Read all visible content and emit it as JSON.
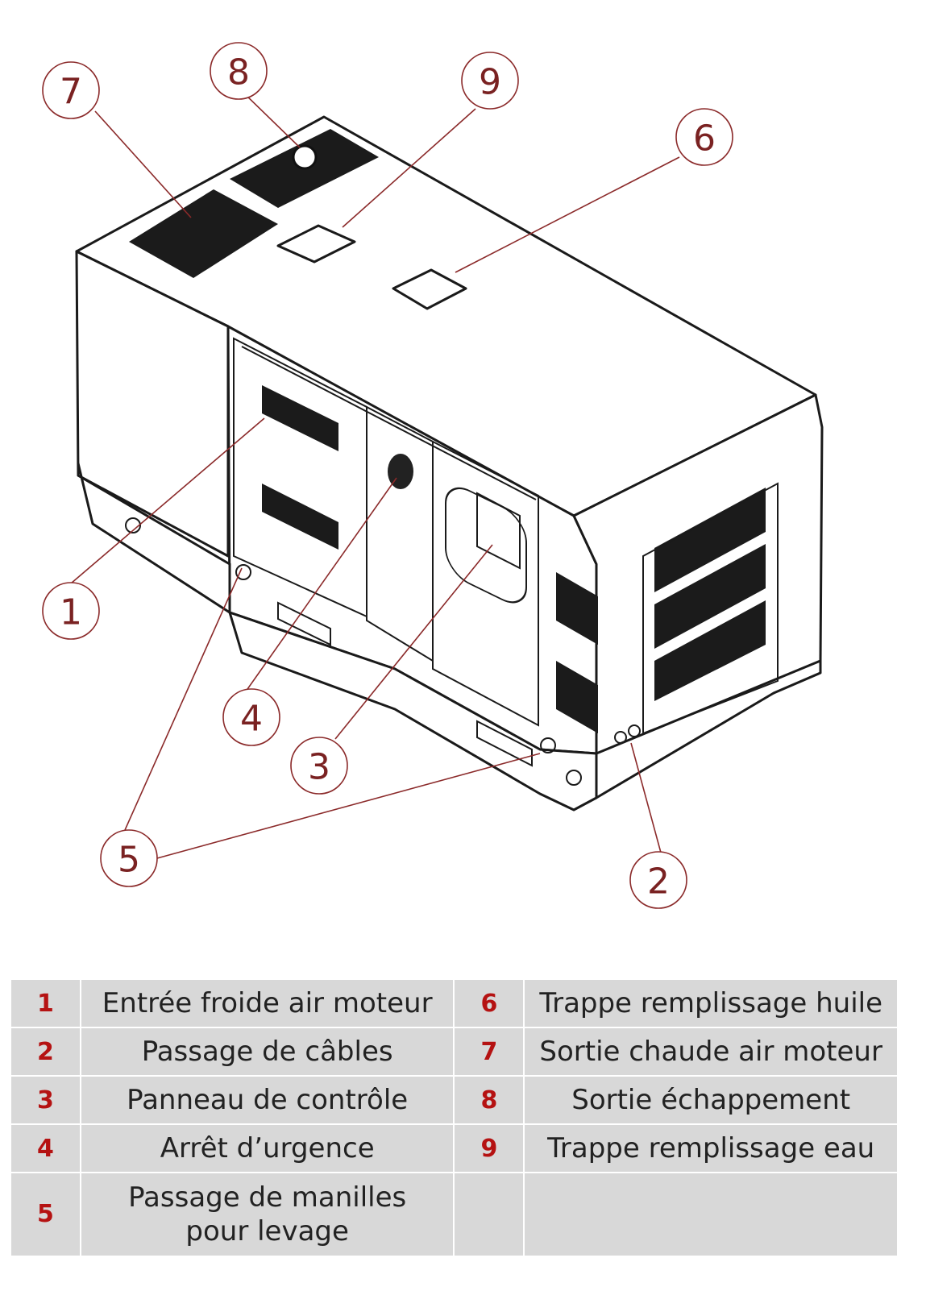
{
  "callouts": [
    "1",
    "2",
    "3",
    "4",
    "5",
    "6",
    "7",
    "8",
    "9"
  ],
  "legend": {
    "rows": [
      {
        "left_num": "1",
        "left_label": "Entrée froide air moteur",
        "right_num": "6",
        "right_label": "Trappe remplissage huile"
      },
      {
        "left_num": "2",
        "left_label": "Passage de câbles",
        "right_num": "7",
        "right_label": "Sortie chaude air moteur"
      },
      {
        "left_num": "3",
        "left_label": "Panneau de contrôle",
        "right_num": "8",
        "right_label": "Sortie échappement"
      },
      {
        "left_num": "4",
        "left_label": "Arrêt d’urgence",
        "right_num": "9",
        "right_label": "Trappe remplissage eau"
      }
    ],
    "last_row": {
      "num": "5",
      "label_line1": "Passage de manilles",
      "label_line2": "pour levage"
    }
  },
  "colors": {
    "callout": "#8b2a2a",
    "legend_number": "#b51212",
    "legend_bg": "#d8d8d8"
  }
}
